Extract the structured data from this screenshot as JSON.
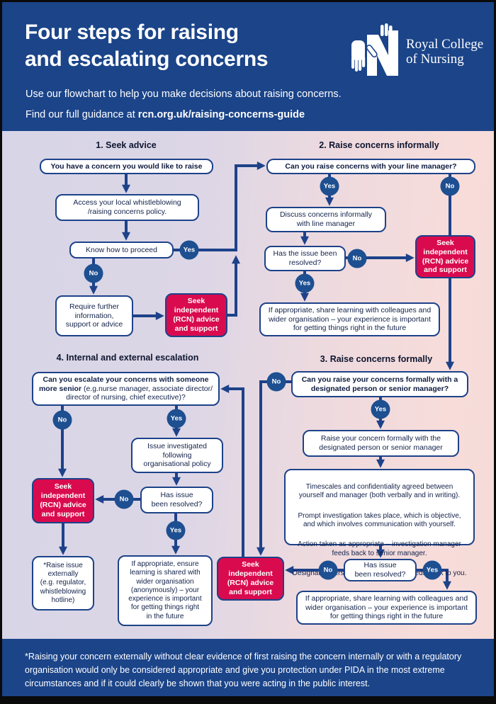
{
  "header": {
    "title_line1": "Four steps for raising",
    "title_line2": "and escalating concerns",
    "subtitle_line1": "Use our flowchart to help you make decisions about raising concerns.",
    "subtitle_line2_prefix": "Find our full guidance at ",
    "subtitle_link": "rcn.org.uk/raising-concerns-guide",
    "logo_line1": "Royal College",
    "logo_line2": "of Nursing",
    "logo_icon": "rcn-hands-icon"
  },
  "flow": {
    "labels": {
      "yes": "Yes",
      "no": "No"
    },
    "seek_rcn": "Seek\nindependent\n(RCN) advice\nand support",
    "s1": {
      "title": "1. Seek advice",
      "b1": "You have a concern you would like to raise",
      "b2": "Access your local whistleblowing\n/raising concerns policy.",
      "b3": "Know how to proceed",
      "b4": "Require further\ninformation,\nsupport or advice"
    },
    "s2": {
      "title": "2. Raise concerns informally",
      "b1": "Can you raise concerns with your line manager?",
      "b2": "Discuss concerns informally\nwith line manager",
      "b3": "Has the issue been\nresolved?",
      "b4": "If appropriate, share learning with colleagues and\nwider organisation – your experience is important\nfor getting things right in the future"
    },
    "s3": {
      "title": "3. Raise concerns formally",
      "b1": "Can you raise your concerns formally with a\ndesignated person or senior manager?",
      "b2": "Raise your concern formally with the\ndesignated person or senior manager",
      "b3_paragraphs": [
        "Timescales and confidentiality agreed between\nyourself and manager (both verbally and in writing).",
        "Prompt investigation takes place, which is objective,\nand which involves communication with yourself.",
        "Action taken as appropriate – investigation manager\nfeeds back to senior manager.",
        "Designated person / senior manager feeds back to you."
      ],
      "b4": "Has issue\nbeen resolved?",
      "b5": "If appropriate, share learning with colleagues and\nwider organisation – your experience is important\nfor getting things right in the future"
    },
    "s4": {
      "title": "4. Internal and external escalation",
      "b1_bold": "Can you escalate your concerns with someone more senior",
      "b1_rest": " (e.g.nurse manager, associate director/ director of nursing, chief executive)?",
      "b2": "Issue investigated\nfollowing\norganisational policy",
      "b3": "Has issue\nbeen resolved?",
      "b4": "*Raise issue\nexternally\n(e.g. regulator,\nwhistleblowing\nhotline)",
      "b5": "If appropriate, ensure\nlearning is shared with\nwider organisation\n(anonymously) – your\nexperience is important\nfor getting things right\nin the future"
    }
  },
  "footer": {
    "note": "*Raising your concern externally without clear evidence of first raising the concern internally or with a regulatory\norganisation would only be considered appropriate and give you protection under PIDA in the most extreme\ncircumstances and if it could clearly be shown that you were acting in the public interest."
  },
  "colors": {
    "header_bg": "#1b4489",
    "footer_bg": "#1b4489",
    "line_navy": "#1d4289",
    "circle_bg": "#1d4f91",
    "red_accent": "#d90b4e",
    "box_bg": "#ffffff",
    "box_text": "#13224a",
    "bg_gradient_left": "#d7d5e7",
    "bg_gradient_right": "#f6dbd8",
    "frame": "#0a0a0a",
    "title_text": "#ffffff"
  }
}
